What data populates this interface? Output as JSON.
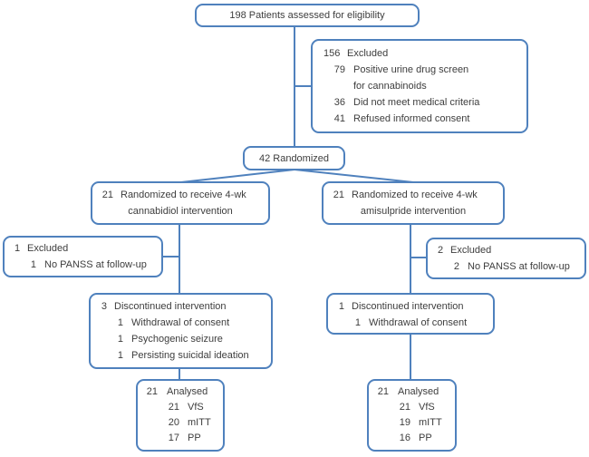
{
  "colors": {
    "box_border": "#4f81bd",
    "connector": "#4f81bd",
    "text": "#3d3d3d",
    "box_fill": "#ffffff"
  },
  "boxes": {
    "eligibility": {
      "text": "198 Patients assessed for eligibility"
    },
    "excluded_main": {
      "lines": [
        {
          "n": "156",
          "t": "Excluded"
        },
        {
          "n": "79",
          "t": "Positive urine drug screen"
        },
        {
          "n": "",
          "t": "for cannabinoids"
        },
        {
          "n": "36",
          "t": "Did not meet medical criteria"
        },
        {
          "n": "41",
          "t": "Refused informed consent"
        }
      ]
    },
    "randomized": {
      "text": "42 Randomized"
    },
    "arm_cannabidiol": {
      "lines": [
        {
          "n": "21",
          "t": "Randomized to receive 4-wk"
        },
        {
          "n": "",
          "t": "cannabidiol intervention"
        }
      ]
    },
    "arm_amisulpride": {
      "lines": [
        {
          "n": "21",
          "t": "Randomized to receive 4-wk"
        },
        {
          "n": "",
          "t": "amisulpride intervention"
        }
      ]
    },
    "excluded_cannabidiol": {
      "lines": [
        {
          "n": "1",
          "t": "Excluded"
        },
        {
          "n": "1",
          "t": "No PANSS at follow-up"
        }
      ]
    },
    "excluded_amisulpride": {
      "lines": [
        {
          "n": "2",
          "t": "Excluded"
        },
        {
          "n": "2",
          "t": "No PANSS at follow-up"
        }
      ]
    },
    "discontinued_cannabidiol": {
      "lines": [
        {
          "n": "3",
          "t": "Discontinued intervention"
        },
        {
          "n": "1",
          "t": "Withdrawal of consent"
        },
        {
          "n": "1",
          "t": "Psychogenic seizure"
        },
        {
          "n": "1",
          "t": "Persisting suicidal ideation"
        }
      ]
    },
    "discontinued_amisulpride": {
      "lines": [
        {
          "n": "1",
          "t": "Discontinued intervention"
        },
        {
          "n": "1",
          "t": "Withdrawal of consent"
        }
      ]
    },
    "analysed_cannabidiol": {
      "lines": [
        {
          "n": "21",
          "t": "Analysed"
        },
        {
          "n": "21",
          "t": "VfS"
        },
        {
          "n": "20",
          "t": "mITT"
        },
        {
          "n": "17",
          "t": "PP"
        }
      ]
    },
    "analysed_amisulpride": {
      "lines": [
        {
          "n": "21",
          "t": "Analysed"
        },
        {
          "n": "21",
          "t": "VfS"
        },
        {
          "n": "19",
          "t": "mITT"
        },
        {
          "n": "16",
          "t": "PP"
        }
      ]
    }
  }
}
